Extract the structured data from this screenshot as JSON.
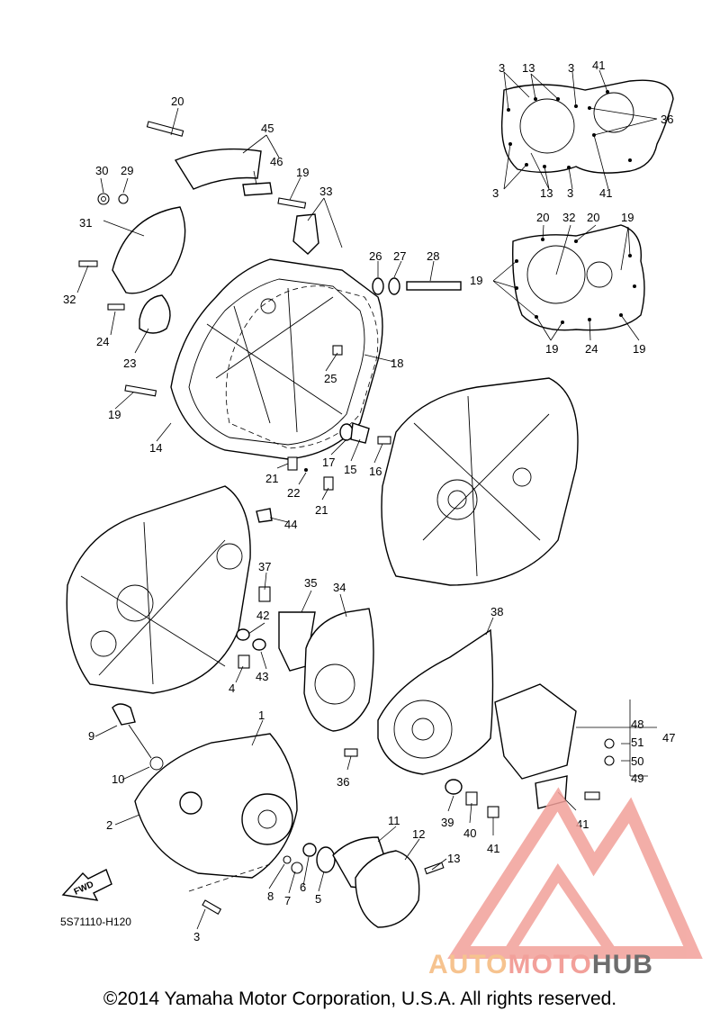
{
  "diagram_code": "5S71110-H120",
  "copyright": "©2014 Yamaha Motor Corporation, U.S.A. All rights reserved.",
  "fwd_label": "FWD",
  "watermark": {
    "brand_part1": "AUTO",
    "brand_part2": "MOTO",
    "brand_part3": "HUB",
    "color_primary": "#f2a09a",
    "color_secondary": "#f6c38f",
    "color_dark": "#6d6d6d"
  },
  "callouts": [
    "1",
    "2",
    "3",
    "4",
    "5",
    "6",
    "7",
    "8",
    "9",
    "10",
    "11",
    "12",
    "13",
    "14",
    "15",
    "16",
    "17",
    "18",
    "19",
    "20",
    "21",
    "22",
    "23",
    "24",
    "25",
    "26",
    "27",
    "28",
    "29",
    "30",
    "31",
    "32",
    "33",
    "34",
    "35",
    "36",
    "37",
    "38",
    "39",
    "40",
    "41",
    "42",
    "43",
    "44",
    "45",
    "46",
    "47",
    "48",
    "49",
    "50",
    "51"
  ]
}
